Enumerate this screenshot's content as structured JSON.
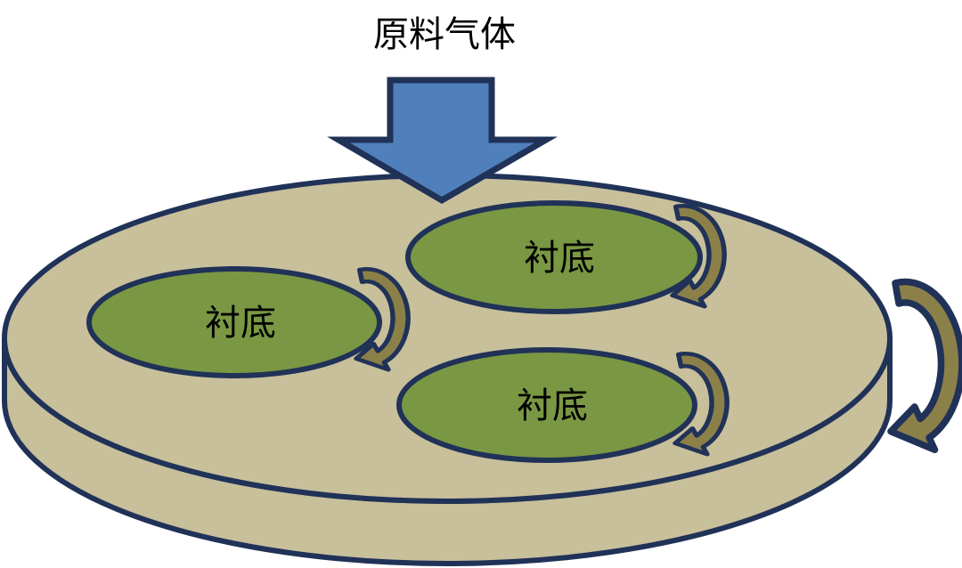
{
  "title": "原料气体",
  "substrates": [
    {
      "label": "衬底",
      "position": "top-right"
    },
    {
      "label": "衬底",
      "position": "left"
    },
    {
      "label": "衬底",
      "position": "bottom-center"
    }
  ],
  "icons": {
    "gas_flow": "block-down-arrow",
    "substrate_rotation": "curved-clockwise-arrow",
    "disk_rotation": "curved-clockwise-arrow"
  },
  "colors": {
    "background": "#FFFFFF",
    "outline_navy": "#203257",
    "disk_fill": "#C8BF9B",
    "substrate_green": "#7A9843",
    "gas_arrow_blue": "#5080BC",
    "rotation_arrow_khaki": "#8C8049",
    "text_black": "#000000"
  }
}
